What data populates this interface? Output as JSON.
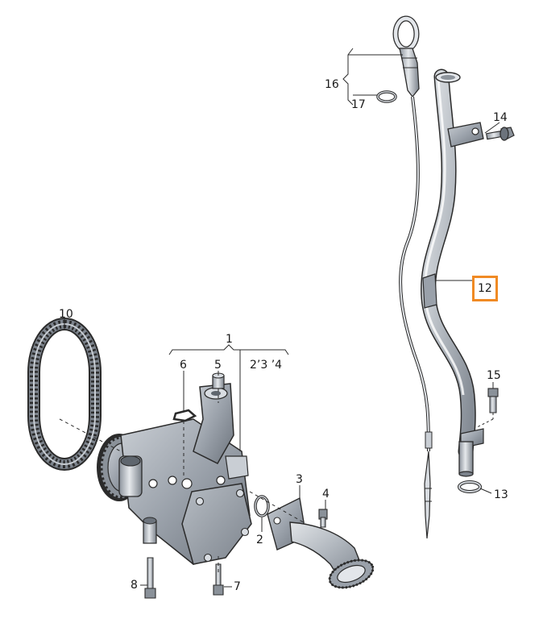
{
  "labels": {
    "p1": "1",
    "p1sub": "2’3 ’4",
    "p2": "2",
    "p3": "3",
    "p4": "4",
    "p5": "5",
    "p6": "6",
    "p7": "7",
    "p8": "8",
    "p10": "10",
    "p12": "12",
    "p13": "13",
    "p14": "14",
    "p15": "15",
    "p16": "16",
    "p17": "17"
  },
  "highlight": {
    "part": "12",
    "color": "#f08a24"
  },
  "colors": {
    "line": "#2b2b2b",
    "metal_light": "#d9dde2",
    "metal_mid": "#aab0b8",
    "metal_dark": "#6f7680"
  }
}
